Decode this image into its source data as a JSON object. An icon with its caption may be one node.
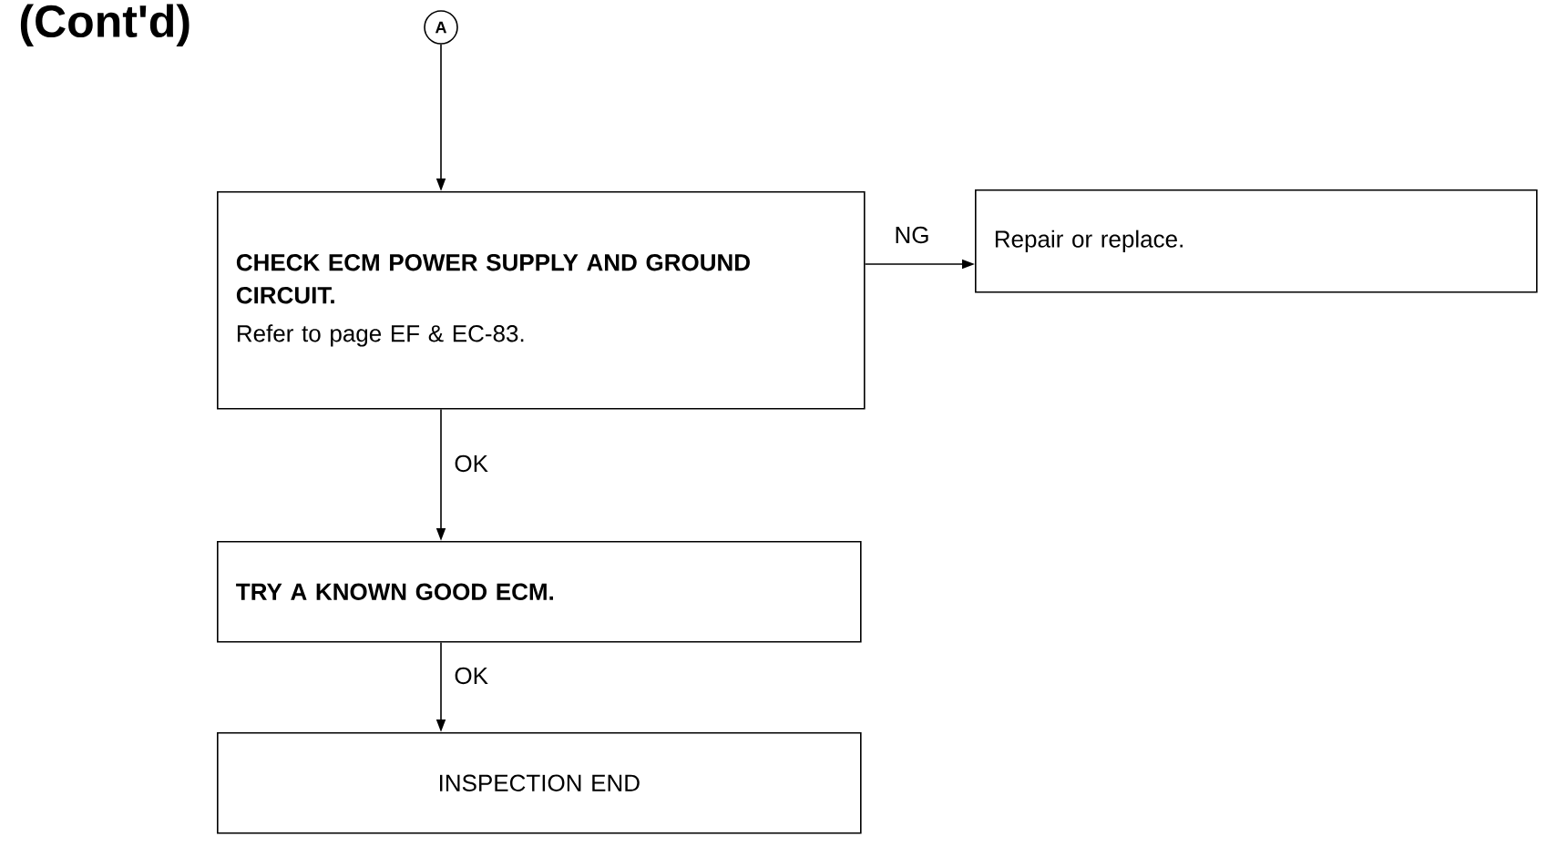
{
  "diagram": {
    "title": "(Cont'd)",
    "nodes": [
      {
        "text": [
          "A"
        ]
      },
      {
        "text": [
          "CHECK ECM POWER SUPPLY AND GROUND CIRCUIT.",
          "Refer to page EF & EC-83."
        ]
      },
      {
        "text": [
          "Repair or replace."
        ]
      },
      {
        "text": [
          "TRY A KNOWN GOOD ECM."
        ]
      },
      {
        "text": [
          "INSPECTION END"
        ]
      }
    ],
    "edges": [
      {
        "from": 0,
        "to": 1,
        "arrow": "to"
      },
      {
        "from": 1,
        "to": 2,
        "arrow": "to",
        "label": "NG"
      },
      {
        "from": 1,
        "to": 3,
        "arrow": "to",
        "label": "OK"
      },
      {
        "from": 3,
        "to": 4,
        "arrow": "to",
        "label": "OK"
      }
    ]
  }
}
